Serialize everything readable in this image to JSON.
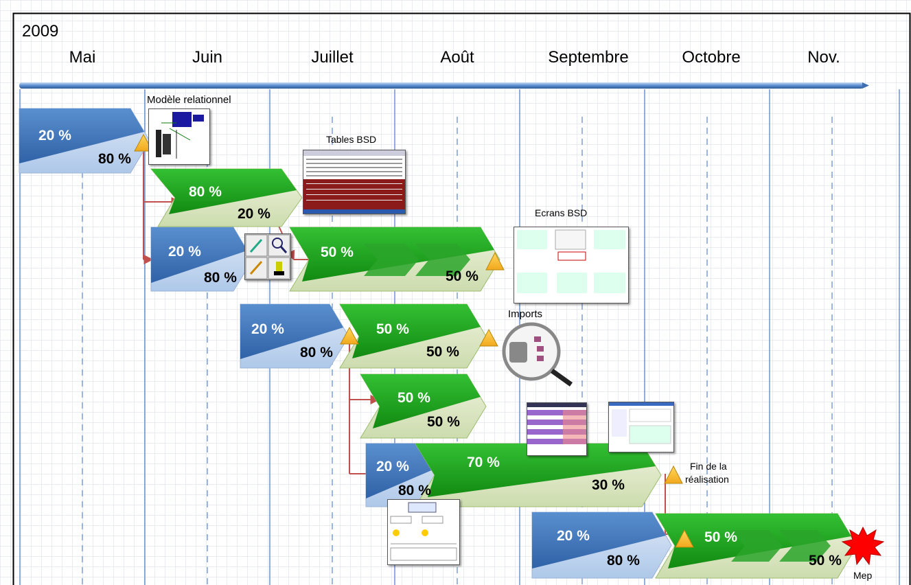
{
  "timeline": {
    "year": "2009",
    "months": [
      "Mai",
      "Juin",
      "Juillet",
      "Août",
      "Septembre",
      "Octobre",
      "Nov."
    ]
  },
  "labels": {
    "model": "Modèle relationnel",
    "tables": "Tables BSD",
    "screens": "Ecrans BSD",
    "imports": "Imports",
    "end_line1": "Fin de la",
    "end_line2": "réalisation",
    "mep": "Mep"
  },
  "tasks": [
    {
      "id": "t1",
      "top": "20 %",
      "bottom": "80 %"
    },
    {
      "id": "t2",
      "top": "80 %",
      "bottom": "20 %"
    },
    {
      "id": "t3",
      "top": "20 %",
      "bottom": "80 %"
    },
    {
      "id": "t4",
      "top": "50 %",
      "bottom": "50 %"
    },
    {
      "id": "t5",
      "top": "20 %",
      "bottom": "80 %"
    },
    {
      "id": "t6",
      "top": "50 %",
      "bottom": "50 %"
    },
    {
      "id": "t7",
      "top": "50 %",
      "bottom": "50 %"
    },
    {
      "id": "t8",
      "top": "20 %",
      "bottom": "80 %"
    },
    {
      "id": "t9",
      "top": "70 %",
      "bottom": "30 %"
    },
    {
      "id": "t10",
      "top": "20 %",
      "bottom": "80 %"
    },
    {
      "id": "t11",
      "top": "50 %",
      "bottom": "50 %"
    }
  ],
  "colors": {
    "blue_dark": "#3d6fb0",
    "blue_light": "#c9daf0",
    "green_dark": "#1f9a1f",
    "green_light": "#dfe8c8",
    "milestone": "#f7b731",
    "arrow": "#c0504d",
    "mep_star": "#ff0000",
    "grid_line": "#3b6fc6"
  }
}
